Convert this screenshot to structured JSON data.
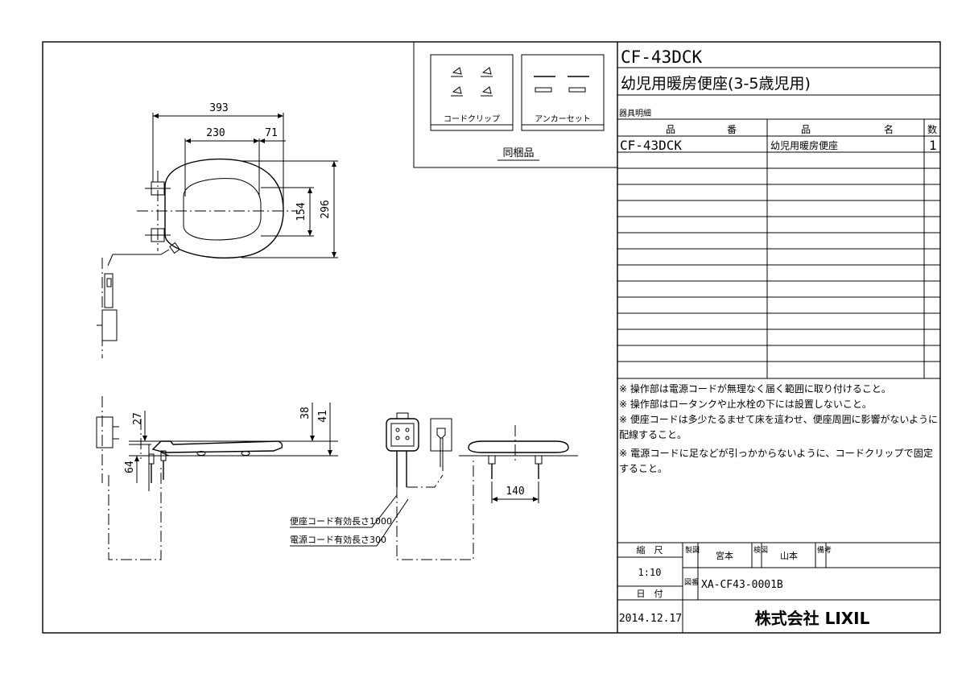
{
  "title_block": {
    "model": "CF-43DCK",
    "product_name": "幼児用暖房便座(3-5歳児用)",
    "parts_list_label": "器具明細",
    "col_part_no_a": "品",
    "col_part_no_b": "番",
    "col_name_a": "品",
    "col_name_b": "名",
    "col_qty": "数",
    "rows": [
      {
        "part_no": "CF-43DCK",
        "name": "幼児用暖房便座",
        "qty": "1"
      }
    ],
    "notes": [
      "※ 操作部は電源コードが無理なく届く範囲に取り付けること。",
      "※ 操作部はロータンクや止水栓の下には設置しないこと。",
      "※ 便座コードは多少たるませて床を這わせ、便座周囲に影響がないように",
      "配線すること。",
      "※ 電源コードに足などが引っかからないように、コードクリップで固定",
      "すること。"
    ],
    "scale_label": "縮　尺",
    "scale_value": "1:10",
    "date_label": "日　付",
    "date_value": "2014.12.17",
    "drawn_label": "製図",
    "drawn_by": "宮本",
    "checked_label": "検図",
    "checked_by": "山本",
    "remarks_label": "備考",
    "drawing_no_label": "図番",
    "drawing_no": "XA-CF43-0001B",
    "company": "株式会社 LIXIL"
  },
  "accessories": {
    "cord_clip_label": "コードクリップ",
    "anchor_set_label": "アンカーセット",
    "bundled_label": "同梱品"
  },
  "dimensions": {
    "overall_length": "393",
    "opening_length": "230",
    "rear_offset": "71",
    "opening_width": "154",
    "overall_width": "296",
    "seat_height": "38",
    "overall_height": "41",
    "hinge_height": "27",
    "bolt_length": "64",
    "bolt_spacing": "140"
  },
  "cord_labels": {
    "seat_cord": "便座コード有効長さ1000",
    "power_cord": "電源コード有効長さ300"
  }
}
